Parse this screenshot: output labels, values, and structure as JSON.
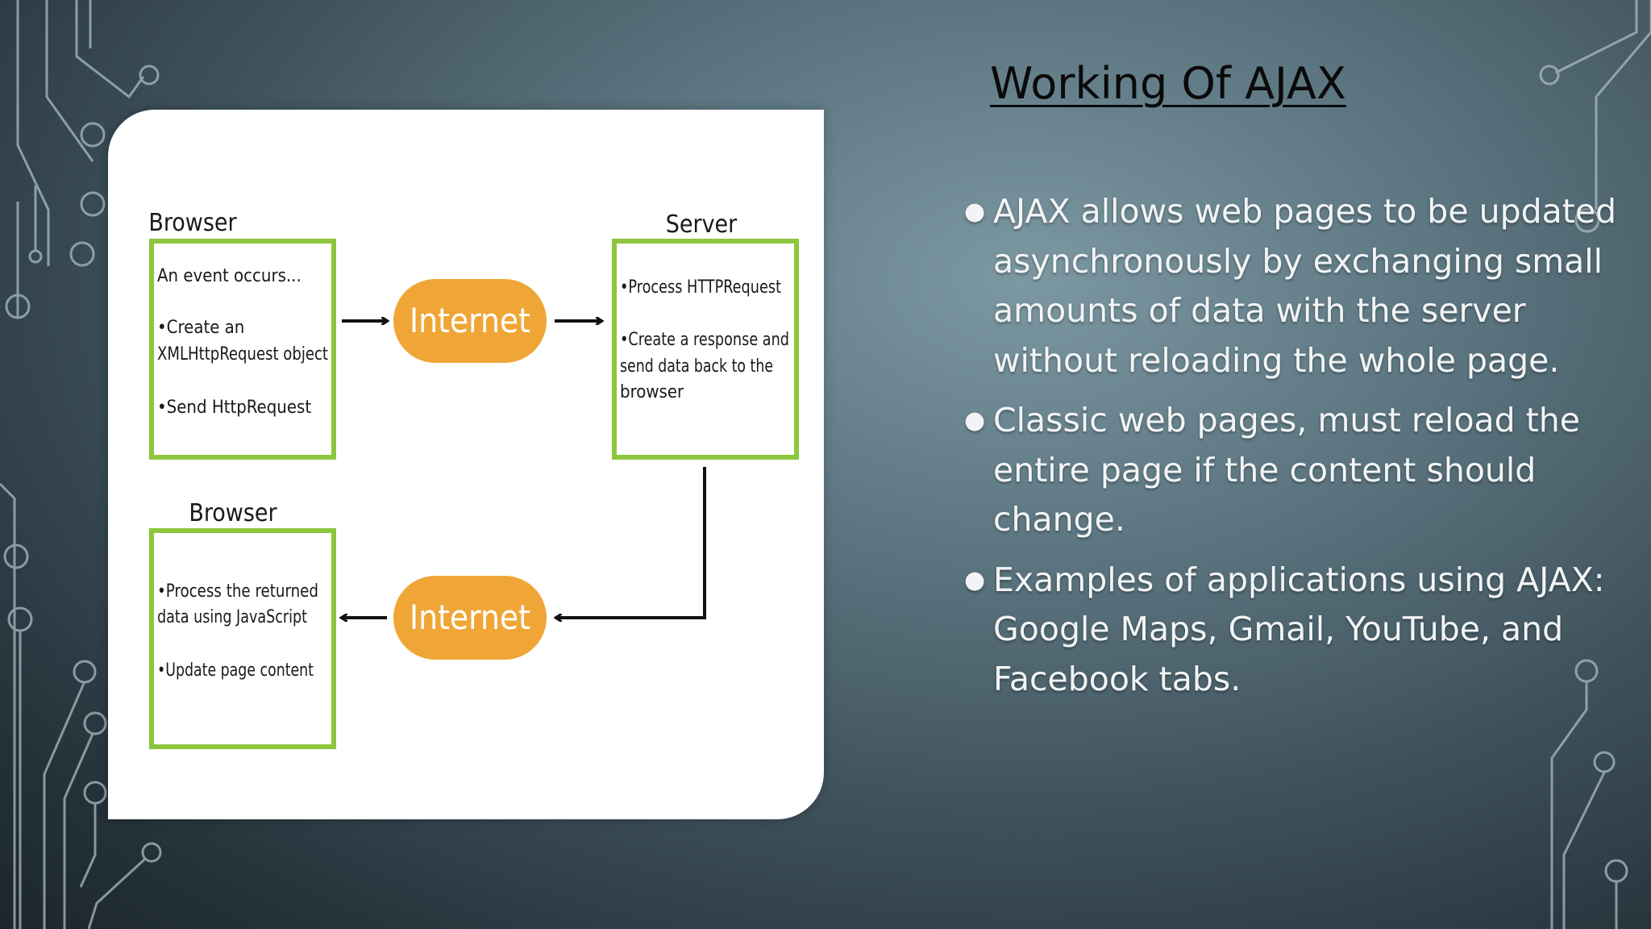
{
  "slide": {
    "title": "Working Of AJAX",
    "bullets": [
      "AJAX allows web pages to be updated asynchronously by exchanging small amounts of data with the server without reloading the whole page.",
      "Classic web pages, must reload the entire page if the content should change.",
      "Examples of applications using AJAX: Google Maps, Gmail, YouTube, and Facebook tabs."
    ]
  },
  "diagram": {
    "browser_top": {
      "heading": "Browser",
      "lines": [
        "An event occurs...",
        "•Create an",
        "XMLHttpRequest object",
        "•Send HttpRequest"
      ]
    },
    "server": {
      "heading": "Server",
      "lines": [
        "•Process HTTPRequest",
        "•Create a response and",
        "send data back to the",
        "browser"
      ]
    },
    "browser_bottom": {
      "heading": "Browser",
      "lines": [
        "•Process the returned",
        "data using JavaScript",
        "•Update page content"
      ]
    },
    "internet_top": "Internet",
    "internet_bottom": "Internet"
  },
  "colors": {
    "box_border": "#8cc63e",
    "internet_fill": "#f0a636",
    "internet_text": "#ffffff",
    "title": "#0a0a0a",
    "bullet_text": "#f2f4f5",
    "circuit": "#a9bcc3"
  }
}
